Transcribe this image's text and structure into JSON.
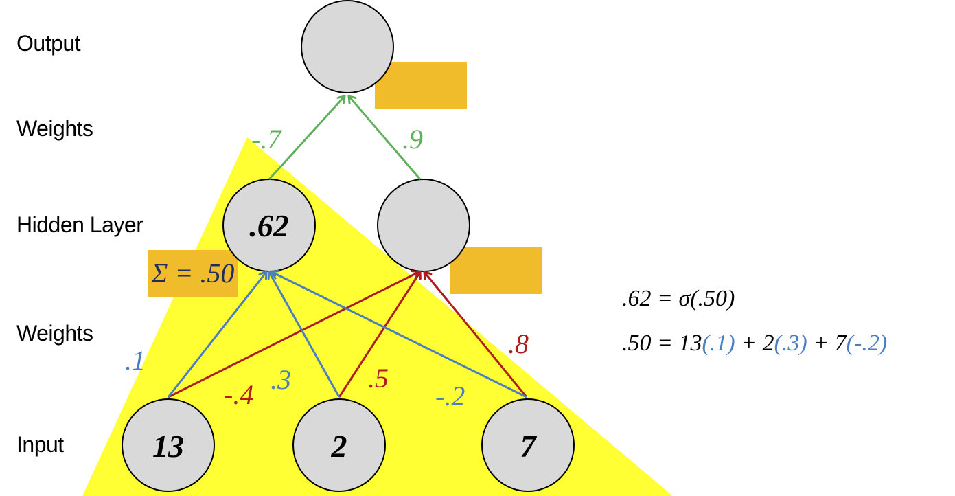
{
  "layer_labels": {
    "output": "Output",
    "weights_top": "Weights",
    "hidden": "Hidden Layer",
    "weights_bottom": "Weights",
    "input": "Input"
  },
  "nodes": {
    "input": [
      "13",
      "2",
      "7"
    ],
    "hidden": [
      ".62",
      ""
    ],
    "output": [
      ""
    ]
  },
  "weights": {
    "output_left": "-.7",
    "output_right": ".9",
    "w13_h1": ".1",
    "w13_h2": "-.4",
    "w2_h1": ".3",
    "w2_h2": ".5",
    "w7_h1": "-.2",
    "w7_h2": ".8"
  },
  "sum_box": "Σ = .50",
  "equations": {
    "eq1": ".62 = σ(.50)",
    "eq2": {
      "lhs": ".50 = 13",
      "w1": "(.1)",
      "mid1": " + 2",
      "w2": "(.3)",
      "mid2": " + 7",
      "w3": "(-.2)"
    }
  },
  "colors": {
    "highlight": "#ffff33",
    "node_fill": "#d9d9d9",
    "box": "#f0bc2c",
    "green": "#5fb05a",
    "blue": "#4a7ebf",
    "red": "#b01c1c"
  }
}
